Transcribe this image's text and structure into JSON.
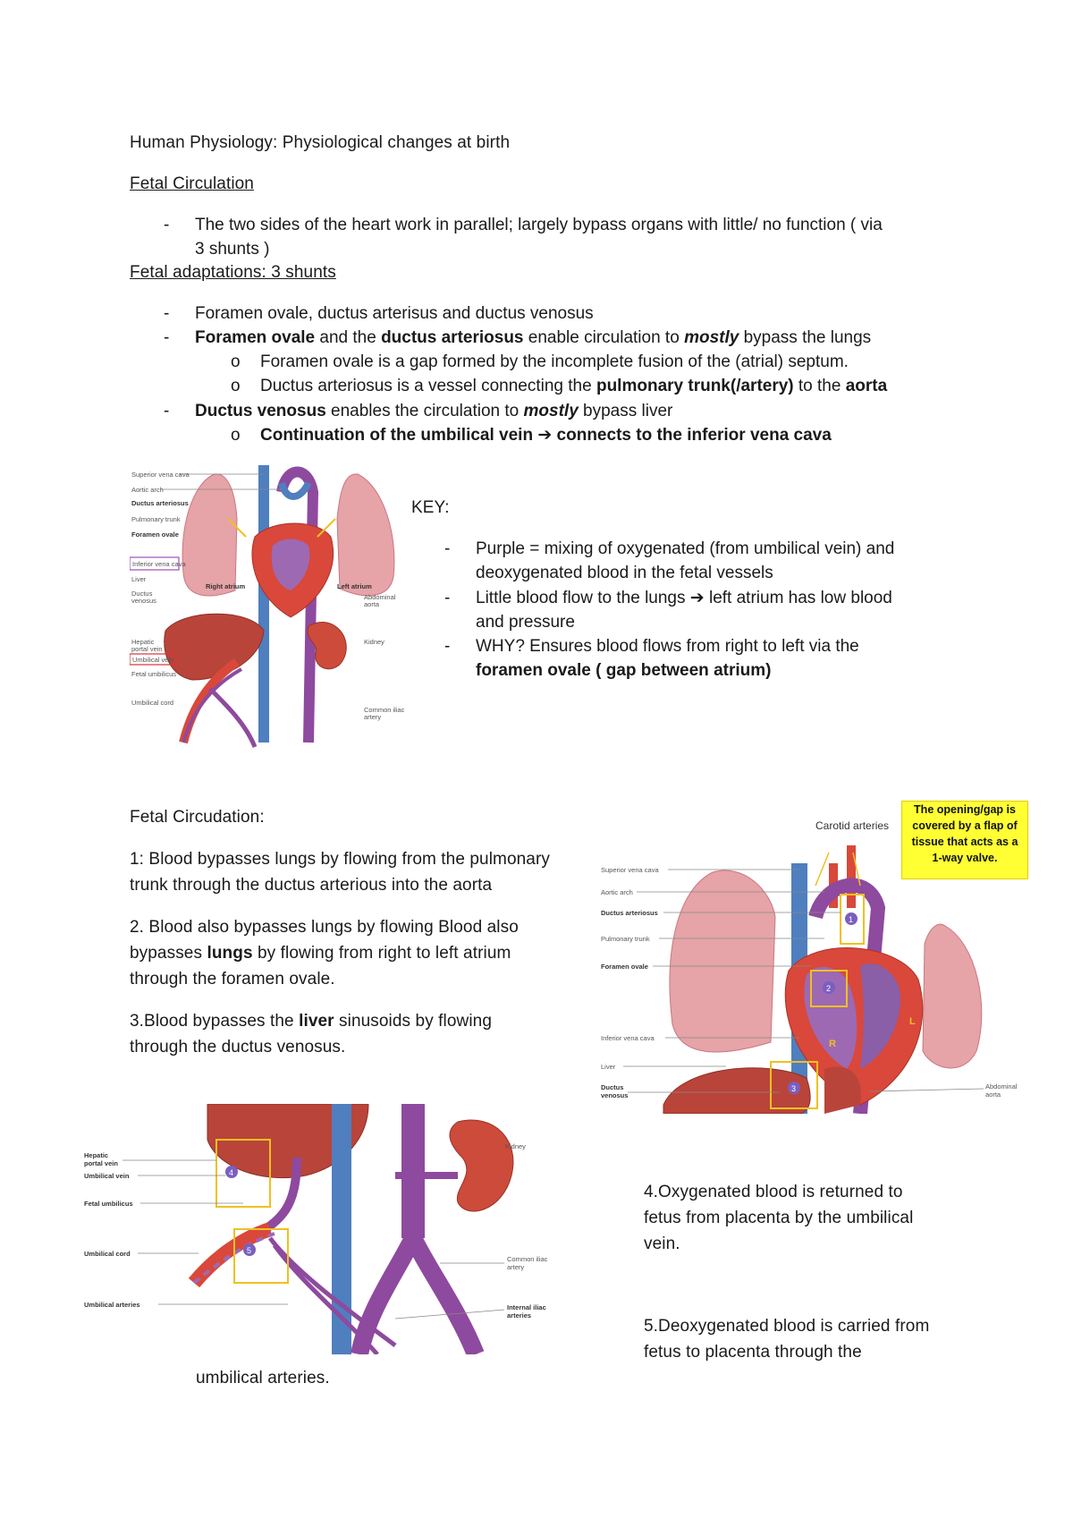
{
  "doc": {
    "title": "Human Physiology: Physiological changes at birth",
    "section1_heading": "Fetal Circulation",
    "bullet1_line1": "The two sides of the heart work in parallel; largely bypass organs with little/ no function ( via",
    "bullet1_line2": "3 shunts )",
    "section2_heading": "Fetal adaptations: 3 shunts",
    "b2": "Foramen ovale, ductus arterisus and ductus venosus",
    "b3_part1": "Foramen ovale",
    "b3_part2": " and the ",
    "b3_part3": "ductus arteriosus",
    "b3_part4": " enable circulation to ",
    "b3_part5": "mostly",
    "b3_part6": " bypass the lungs",
    "b3_sub1": "Foramen ovale is a gap formed by the incomplete fusion of the (atrial) septum.",
    "b3_sub2_part1": "Ductus arteriosus is a vessel connecting the ",
    "b3_sub2_part2": "pulmonary trunk(/artery)",
    "b3_sub2_part3": " to the ",
    "b3_sub2_part4": "aorta",
    "b4_part1": "Ductus venosus",
    "b4_part2": " enables the circulation to ",
    "b4_part3": "mostly",
    "b4_part4": " bypass liver",
    "b4_sub1_part1": "Continuation of the umbilical vein",
    "b4_sub1_arrow": " ➔ ",
    "b4_sub1_part2": "connects to the inferior vena cava",
    "dash": "-",
    "ocirc": "o"
  },
  "key": {
    "heading": "KEY:",
    "k1_line1": "Purple = mixing of oxygenated (from umbilical vein) and",
    "k1_line2": "deoxygenated blood in the fetal vessels",
    "k2_part1": "Little blood flow to the lungs",
    "k2_arrow": " ➔ ",
    "k2_part2": "left atrium has low blood",
    "k2_line2": "and pressure",
    "k3_line1": "WHY? Ensures blood flows from right to left via the",
    "k3_line2": "foramen ovale  ( gap between atrium)"
  },
  "circ": {
    "heading": "Fetal Circudation:",
    "p1_line1": "1: Blood bypasses lungs by flowing from the pulmonary",
    "p1_line2": "trunk through the ductus arterious into the aorta",
    "p2_line1": "2. Blood also bypasses lungs by flowing Blood also",
    "p2_line2_part1": "bypasses ",
    "p2_line2_part2": "lungs",
    "p2_line2_part3": " by flowing from right to left atrium",
    "p2_line3": "through the foramen ovale.",
    "p3_line1_part1": "3.Blood bypasses the ",
    "p3_line1_part2": "liver",
    "p3_line1_part3": " sinusoids by flowing",
    "p3_line2": "through the ductus venosus.",
    "p4_line1": "4.Oxygenated blood is returned to",
    "p4_line2": "fetus from placenta by the umbilical",
    "p4_line3": "vein.",
    "p5_line1": "5.Deoxygenated blood is carried from",
    "p5_line2": "fetus to placenta through the",
    "p5_tail": "umbilical arteries."
  },
  "fig1": {
    "labels": {
      "l1": "Superior vena cava",
      "l2": "Aortic arch",
      "l3": "Ductus arteriosus",
      "l4": "Pulmonary trunk",
      "l5": "Foramen ovale",
      "l6": "Inferior vena cava",
      "l7": "Liver",
      "l8": "Ductus",
      "l8b": "venosus",
      "l9": "Hepatic",
      "l9b": "portal vein",
      "l10": "Umbilical vein",
      "l11": "Fetal umbilicus",
      "l12": "Umbilical cord",
      "r1": "Abdominal",
      "r1b": "aorta",
      "r2": "Kidney",
      "r3": "Common iliac",
      "r3b": "artery",
      "ra": "Right atrium",
      "la": "Left atrium"
    }
  },
  "fig2": {
    "carotid": "Carotid arteries",
    "note_line1": "The opening/gap is",
    "note_line2": "covered by a flap of",
    "note_line3": "tissue that acts as a",
    "note_line4": "1-way valve.",
    "labels": {
      "l1": "Superior vena cava",
      "l2": "Aortic arch",
      "l3": "Ductus arteriosus",
      "l4": "Pulmonary trunk",
      "l5": "Foramen ovale",
      "l6": "Inferior vena cava",
      "l7": "Liver",
      "l8": "Ductus",
      "l8b": "venosus",
      "r1": "Abdominal",
      "r1b": "aorta",
      "n1": "1",
      "n2": "2",
      "n3": "3",
      "R": "R",
      "L": "L"
    }
  },
  "fig3": {
    "labels": {
      "l1": "Hepatic",
      "l1b": "portal vein",
      "l2": "Umbilical vein",
      "l3": "Fetal umbilicus",
      "l4": "Umbilical cord",
      "l5": "Umbilical arteries",
      "r1": "Kidney",
      "r2": "Common iliac",
      "r2b": "artery",
      "r3": "Internal iliac",
      "r3b": "arteries",
      "n4": "4",
      "n5": "5"
    }
  },
  "colors": {
    "vein_blue": "#4f7fbf",
    "artery_red": "#d9483a",
    "mixed_purple": "#8e4a9e",
    "lung_pink": "#e6a3a8",
    "liver_red": "#b9443a",
    "highlight_yellow": "#f0c020",
    "note_yellow": "#ffff33"
  }
}
